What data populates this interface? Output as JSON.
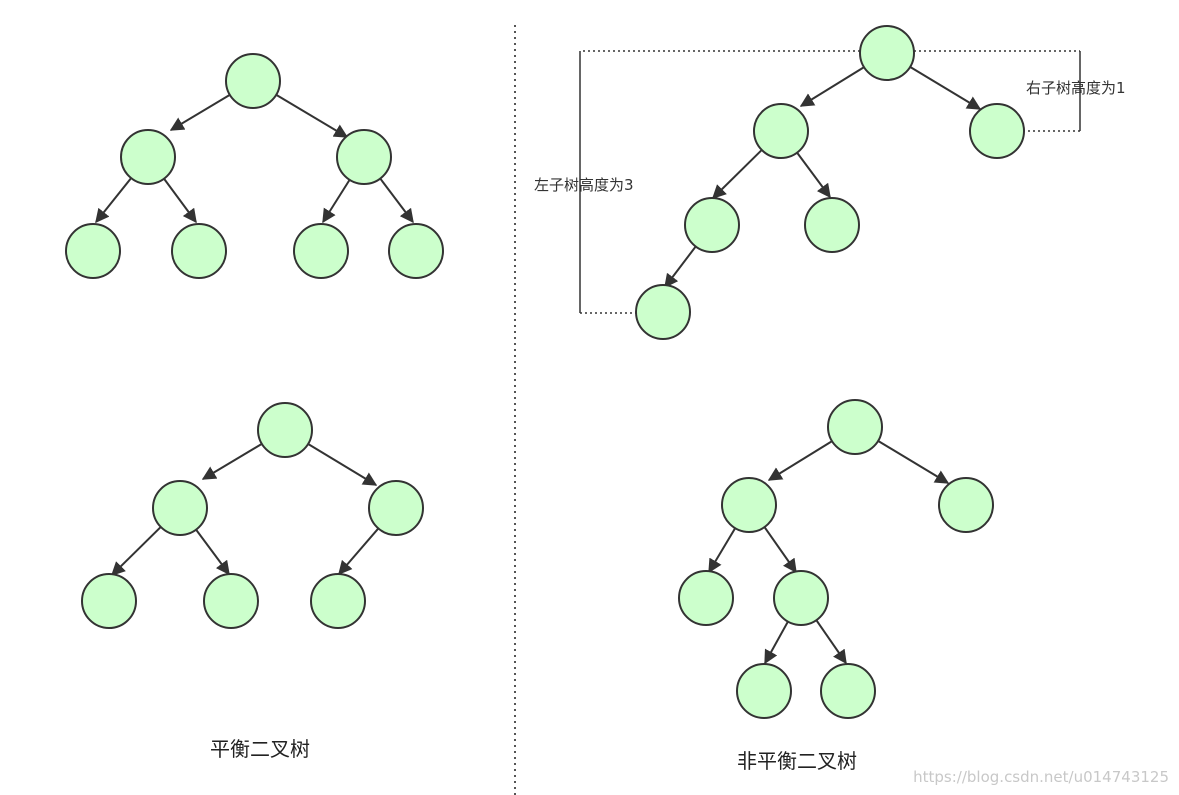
{
  "captions": {
    "balanced": "平衡二叉树",
    "unbalanced": "非平衡二叉树"
  },
  "annotations": {
    "left_height": "左子树高度为3",
    "right_height": "右子树高度为1"
  },
  "watermark": "https://blog.csdn.net/u014743125",
  "colors": {
    "node_fill": "#ccffcc",
    "node_stroke": "#333333"
  }
}
